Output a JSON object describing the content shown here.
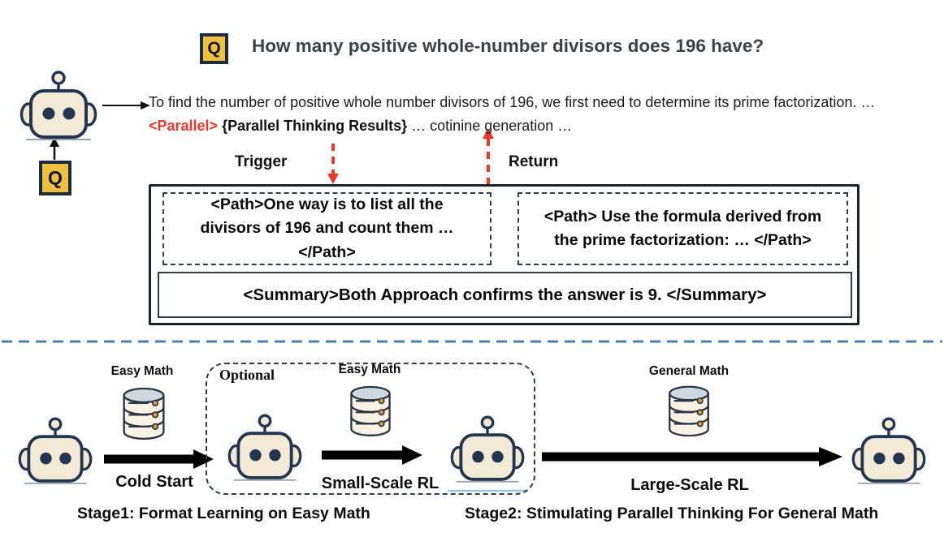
{
  "question": {
    "badge": "Q",
    "text": "How many positive whole-number divisors does 196 have?"
  },
  "response": {
    "line1": "To find the number of positive whole number divisors of 196, we first need to  determine its prime factorization. … ",
    "parallel_tag": "<Parallel>",
    "thinking_results": "{Parallel Thinking Results}",
    "after": " … cotinine generation …"
  },
  "flow_labels": {
    "trigger": "Trigger",
    "return": "Return"
  },
  "parallel_box": {
    "path_left": "<Path>One way is to list all the divisors of 196 and count them …</Path>",
    "path_right": "<Path> Use the formula derived from the prime factorization: … </Path>",
    "summary": "<Summary>Both Approach confirms the answer is 9. </Summary>"
  },
  "pipeline": {
    "optional_label": "Optional",
    "datasets": [
      {
        "label": "Easy Math"
      },
      {
        "label": "Easy Math"
      },
      {
        "label": "General Math"
      }
    ],
    "arrows": [
      {
        "label": "Cold Start"
      },
      {
        "label": "Small-Scale RL"
      },
      {
        "label": "Large-Scale RL"
      }
    ],
    "stage1": "Stage1: Format Learning on Easy Math",
    "stage2": "Stage2: Stimulating Parallel Thinking For General Math"
  },
  "colors": {
    "accent_red": "#e8392a",
    "badge_yellow": "#f0c043",
    "robot_navy": "#24364f",
    "robot_cream": "#f2ead6",
    "divider_blue": "#4a7fa8",
    "db_top": "#cdd9e1",
    "db_dot_orange": "#e09b3d"
  }
}
